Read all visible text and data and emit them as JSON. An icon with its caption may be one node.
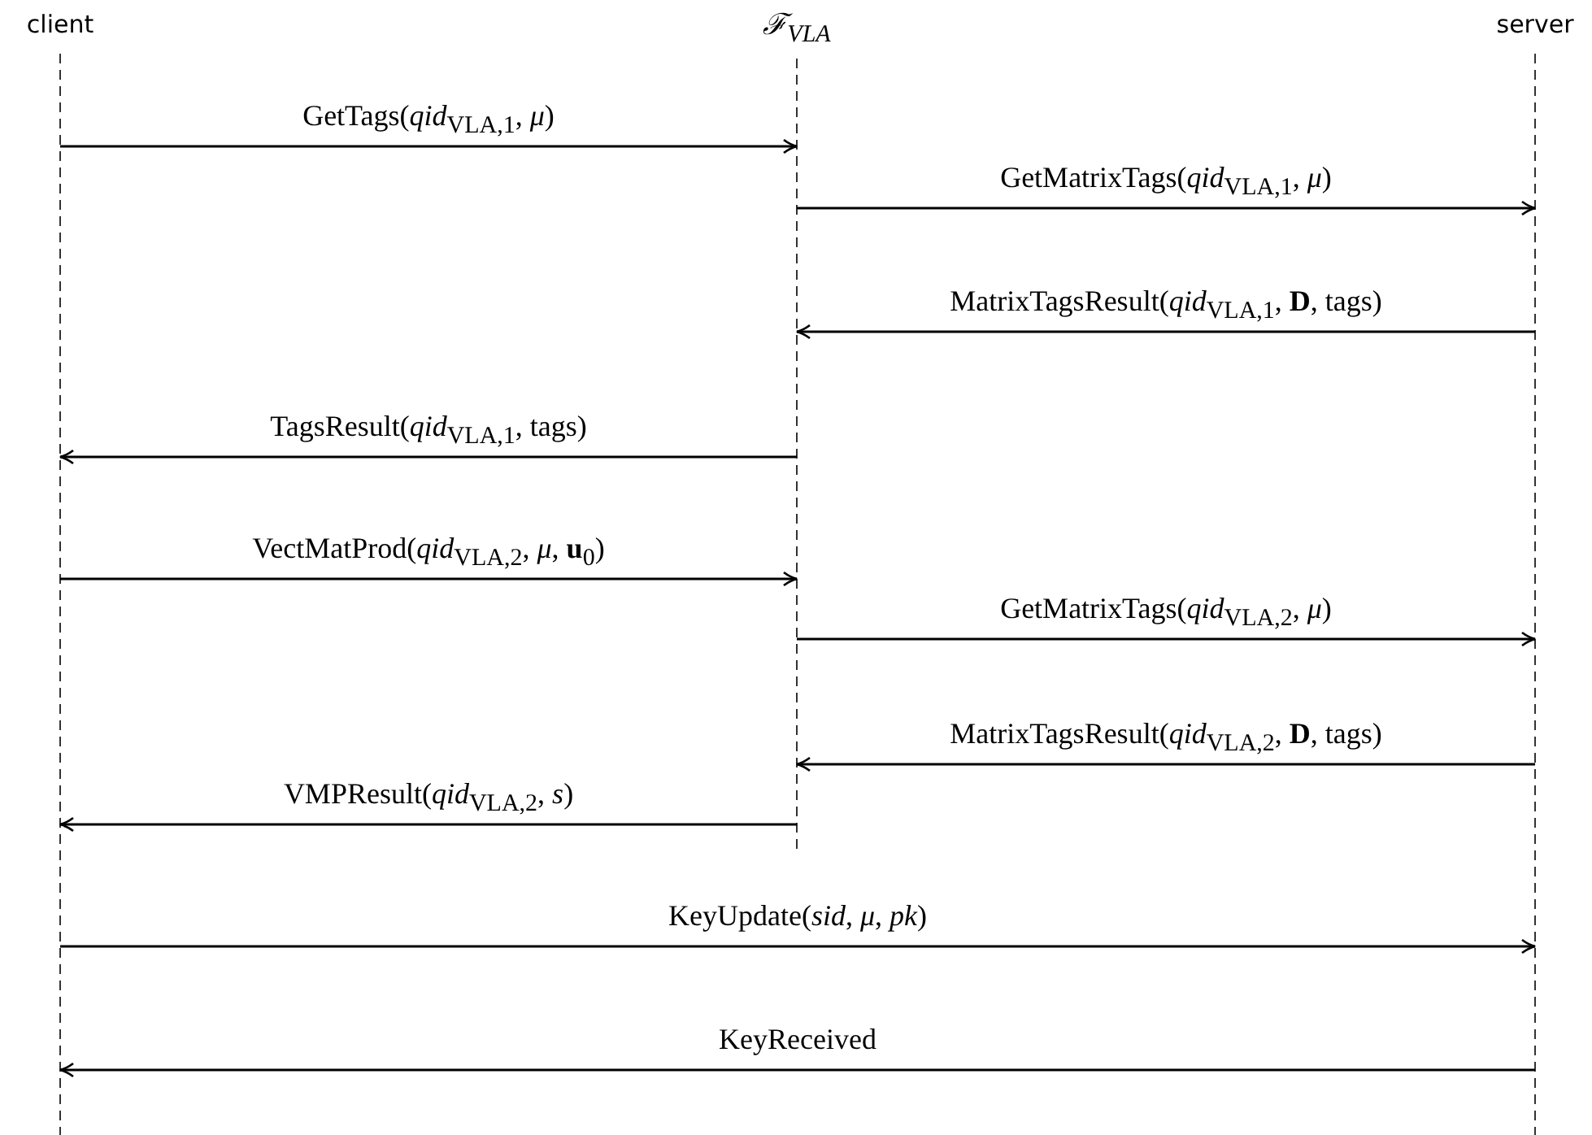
{
  "diagram": {
    "nodes": [
      {
        "text": [
          "client"
        ]
      },
      {
        "text": [
          "ℱ$_{VLA}$"
        ]
      },
      {
        "text": [
          "server"
        ]
      }
    ],
    "edges": [
      {
        "from": 0,
        "to": 1,
        "arrow": "to",
        "label": "GetTags(*qid*$_{VLA,1}$, *μ*)"
      },
      {
        "from": 1,
        "to": 2,
        "arrow": "to",
        "label": "GetMatrixTags(*qid*$_{VLA,1}$, *μ*)"
      },
      {
        "from": 2,
        "to": 1,
        "arrow": "to",
        "label": "MatrixTagsResult(*qid*$_{VLA,1}$, **D**, tags)"
      },
      {
        "from": 1,
        "to": 0,
        "arrow": "to",
        "label": "TagsResult(*qid*$_{VLA,1}$, tags)"
      },
      {
        "from": 0,
        "to": 1,
        "arrow": "to",
        "label": "VectMatProd(*qid*$_{VLA,2}$, *μ*, **u**$_{0}$)"
      },
      {
        "from": 1,
        "to": 2,
        "arrow": "to",
        "label": "GetMatrixTags(*qid*$_{VLA,2}$, *μ*)"
      },
      {
        "from": 2,
        "to": 1,
        "arrow": "to",
        "label": "MatrixTagsResult(*qid*$_{VLA,2}$, **D**, tags)"
      },
      {
        "from": 1,
        "to": 0,
        "arrow": "to",
        "label": "VMPResult(*qid*$_{VLA,2}$, *s*)"
      },
      {
        "from": 0,
        "to": 2,
        "arrow": "to",
        "label": "KeyUpdate(*sid*, *μ*, *pk*)"
      },
      {
        "from": 2,
        "to": 0,
        "arrow": "to",
        "label": "KeyReceived"
      }
    ]
  }
}
